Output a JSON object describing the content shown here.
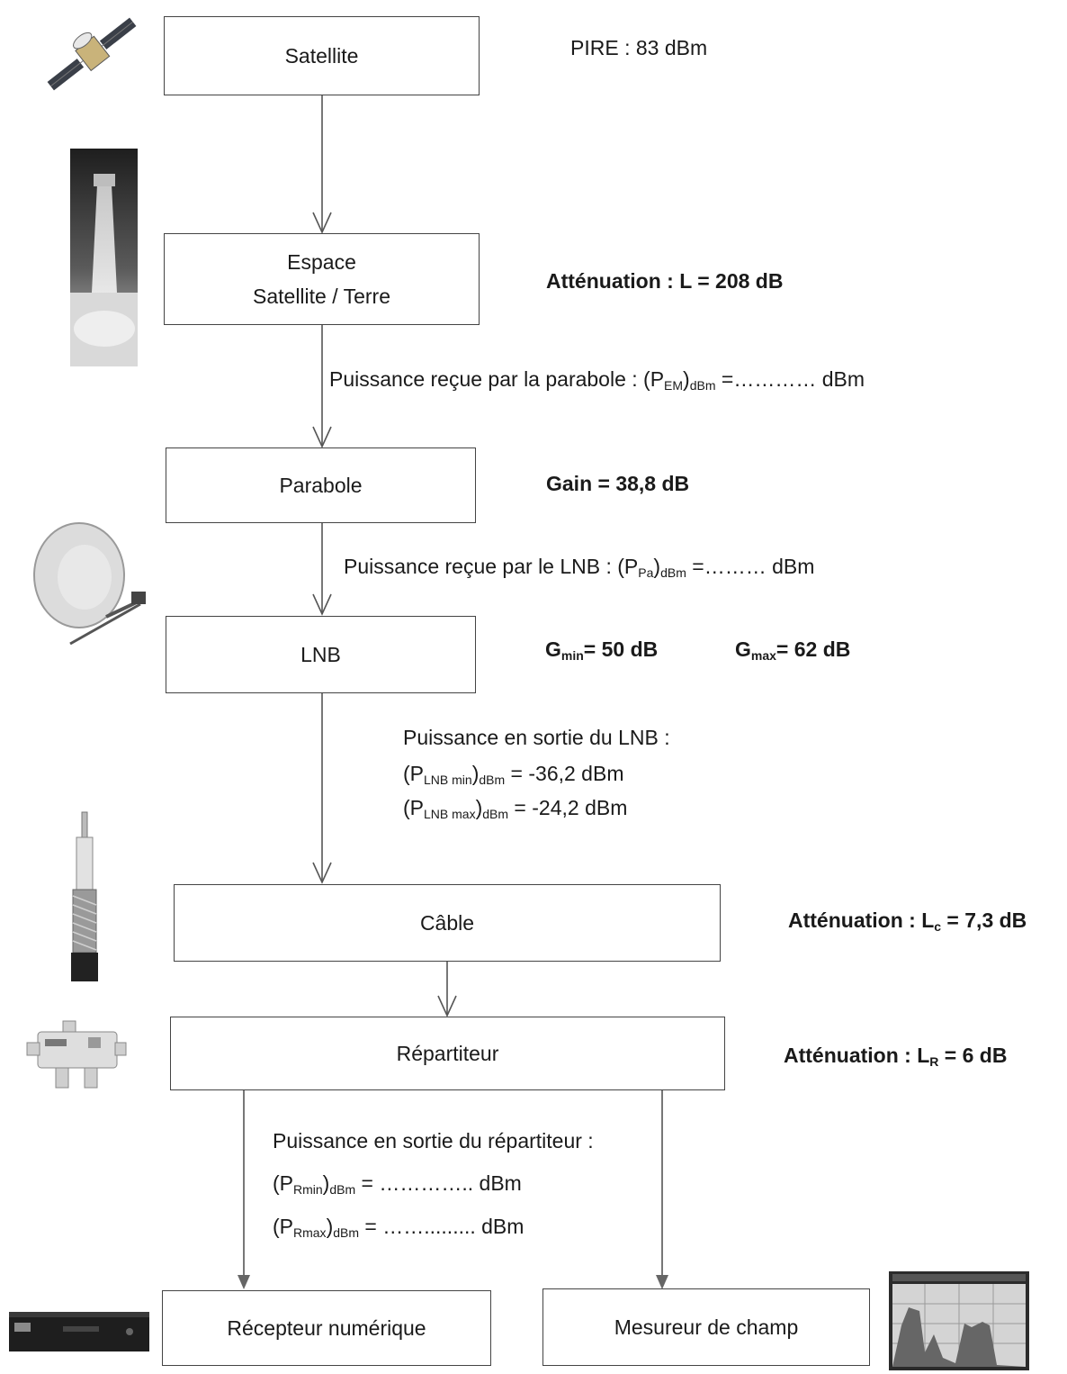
{
  "boxes": {
    "satellite": "Satellite",
    "space_line1": "Espace",
    "space_line2": "Satellite / Terre",
    "dish": "Parabole",
    "lnb": "LNB",
    "cable": "Câble",
    "splitter": "Répartiteur",
    "receiver": "Récepteur numérique",
    "meter": "Mesureur de champ"
  },
  "notes": {
    "pire": "PIRE : 83 dBm",
    "space_atten": "Atténuation : L = 208 dB",
    "dish_power_prefix": "Puissance reçue par la parabole : (P",
    "dish_power_sub1": "EM",
    "dish_power_sub2": "dBm",
    "dish_power_suffix": " =………… dBm",
    "dish_gain": "Gain = 38,8 dB",
    "lnb_power_prefix": "Puissance reçue par le LNB : (P",
    "lnb_power_sub1": "Pa",
    "lnb_power_sub2": "dBm",
    "lnb_power_suffix": " =……… dBm",
    "gmin_g": "G",
    "gmin_sub": "min",
    "gmin_val": "= 50 dB",
    "gmax_g": "G",
    "gmax_sub": "max",
    "gmax_val": "= 62 dB",
    "lnb_out_title": "Puissance en sortie du  LNB :",
    "lnb_min_p": "(P",
    "lnb_min_sub1": "LNB min",
    "lnb_min_sub2": "dBm",
    "lnb_min_val": " = -36,2 dBm",
    "lnb_max_p": "(P",
    "lnb_max_sub1": "LNB max",
    "lnb_max_sub2": "dBm",
    "lnb_max_val": " = -24,2 dBm",
    "cable_atten_prefix": "Atténuation : L",
    "cable_atten_sub": "c",
    "cable_atten_val": " = 7,3 dB",
    "split_atten_prefix": "Atténuation : L",
    "split_atten_sub": "R",
    "split_atten_val": " = 6 dB",
    "split_out_title": "Puissance en sortie du répartiteur :",
    "rmin_p": "(P",
    "rmin_sub1": "Rmin",
    "rmin_sub2": "dBm",
    "rmin_val": " =  ………….. dBm",
    "rmax_p": "(P",
    "rmax_sub1": "Rmax",
    "rmax_sub2": "dBm",
    "rmax_val": " = ……......... dBm"
  },
  "colors": {
    "line": "#555555",
    "border": "#444444",
    "text": "#1a1a1a"
  }
}
